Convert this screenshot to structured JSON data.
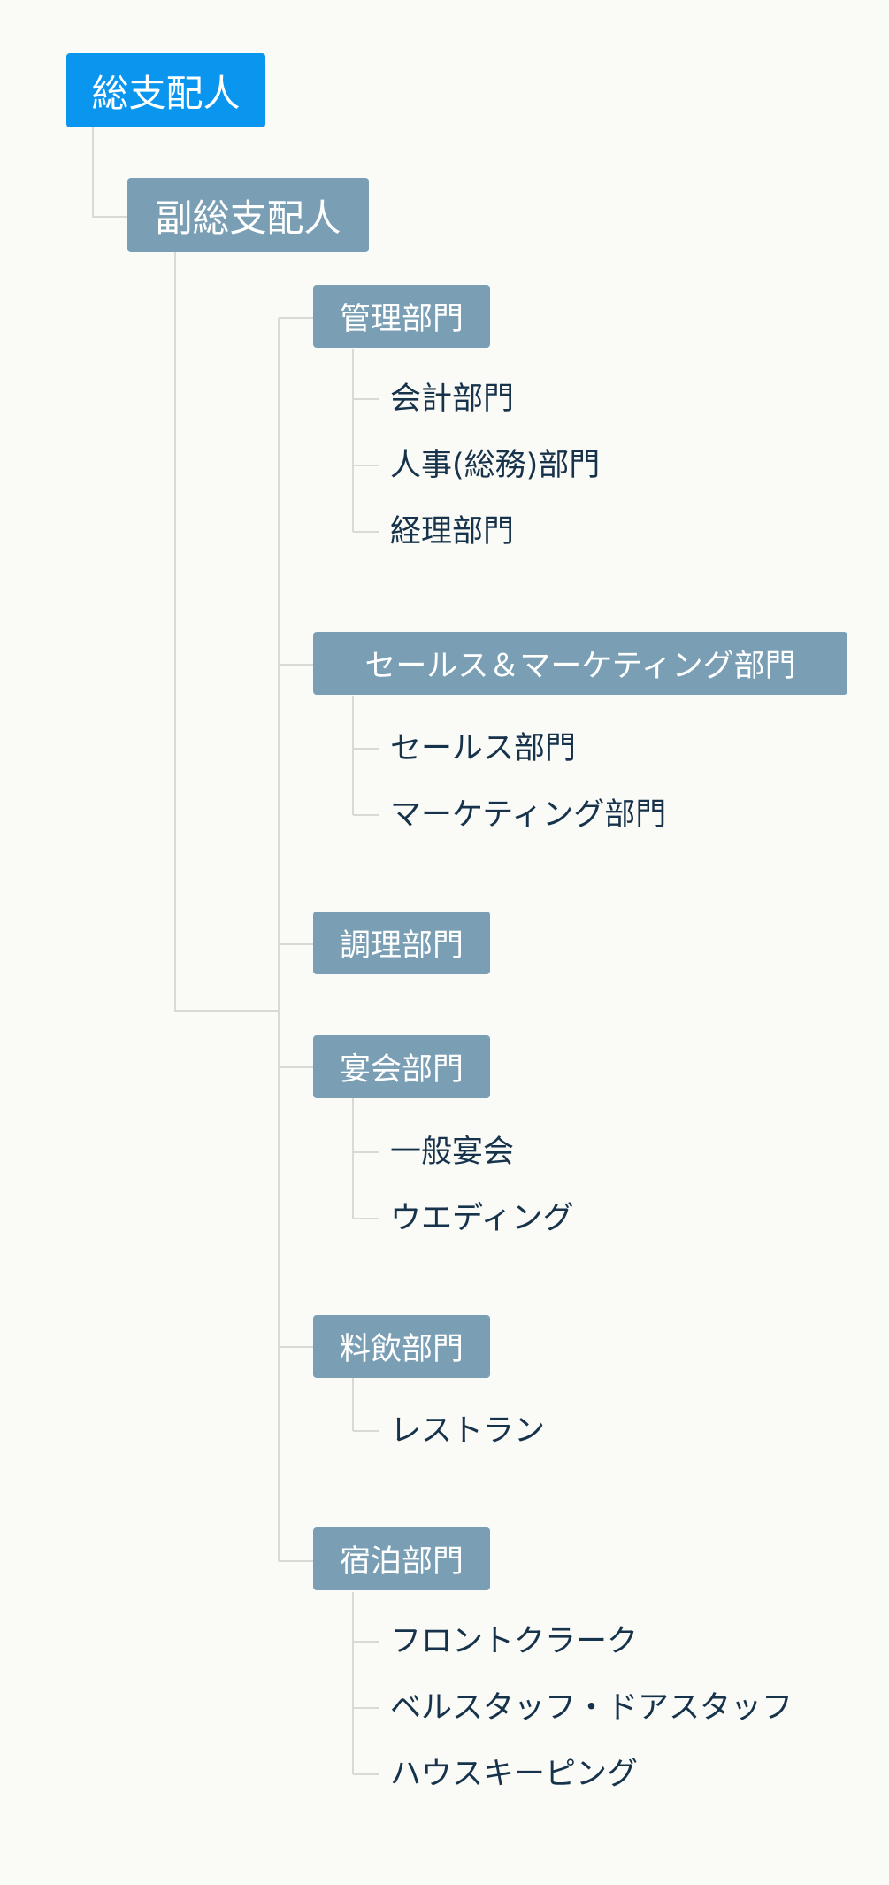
{
  "org_chart": {
    "root": {
      "label": "総支配人"
    },
    "deputy": {
      "label": "副総支配人"
    },
    "departments": [
      {
        "label": "管理部門",
        "children": [
          "会計部門",
          "人事(総務)部門",
          "経理部門"
        ]
      },
      {
        "label": "セールス＆マーケティング部門",
        "children": [
          "セールス部門",
          "マーケティング部門"
        ]
      },
      {
        "label": "調理部門",
        "children": []
      },
      {
        "label": "宴会部門",
        "children": [
          "一般宴会",
          "ウエディング"
        ]
      },
      {
        "label": "料飲部門",
        "children": [
          "レストラン"
        ]
      },
      {
        "label": "宿泊部門",
        "children": [
          "フロントクラーク",
          "ベルスタッフ・ドアスタッフ",
          "ハウスキーピング"
        ]
      }
    ]
  },
  "colors": {
    "root_node": "#0a96ee",
    "sub_node": "#7a9fb4",
    "leaf_text": "#17334b",
    "connector": "#d9d9d6",
    "background": "#fafaf7"
  }
}
